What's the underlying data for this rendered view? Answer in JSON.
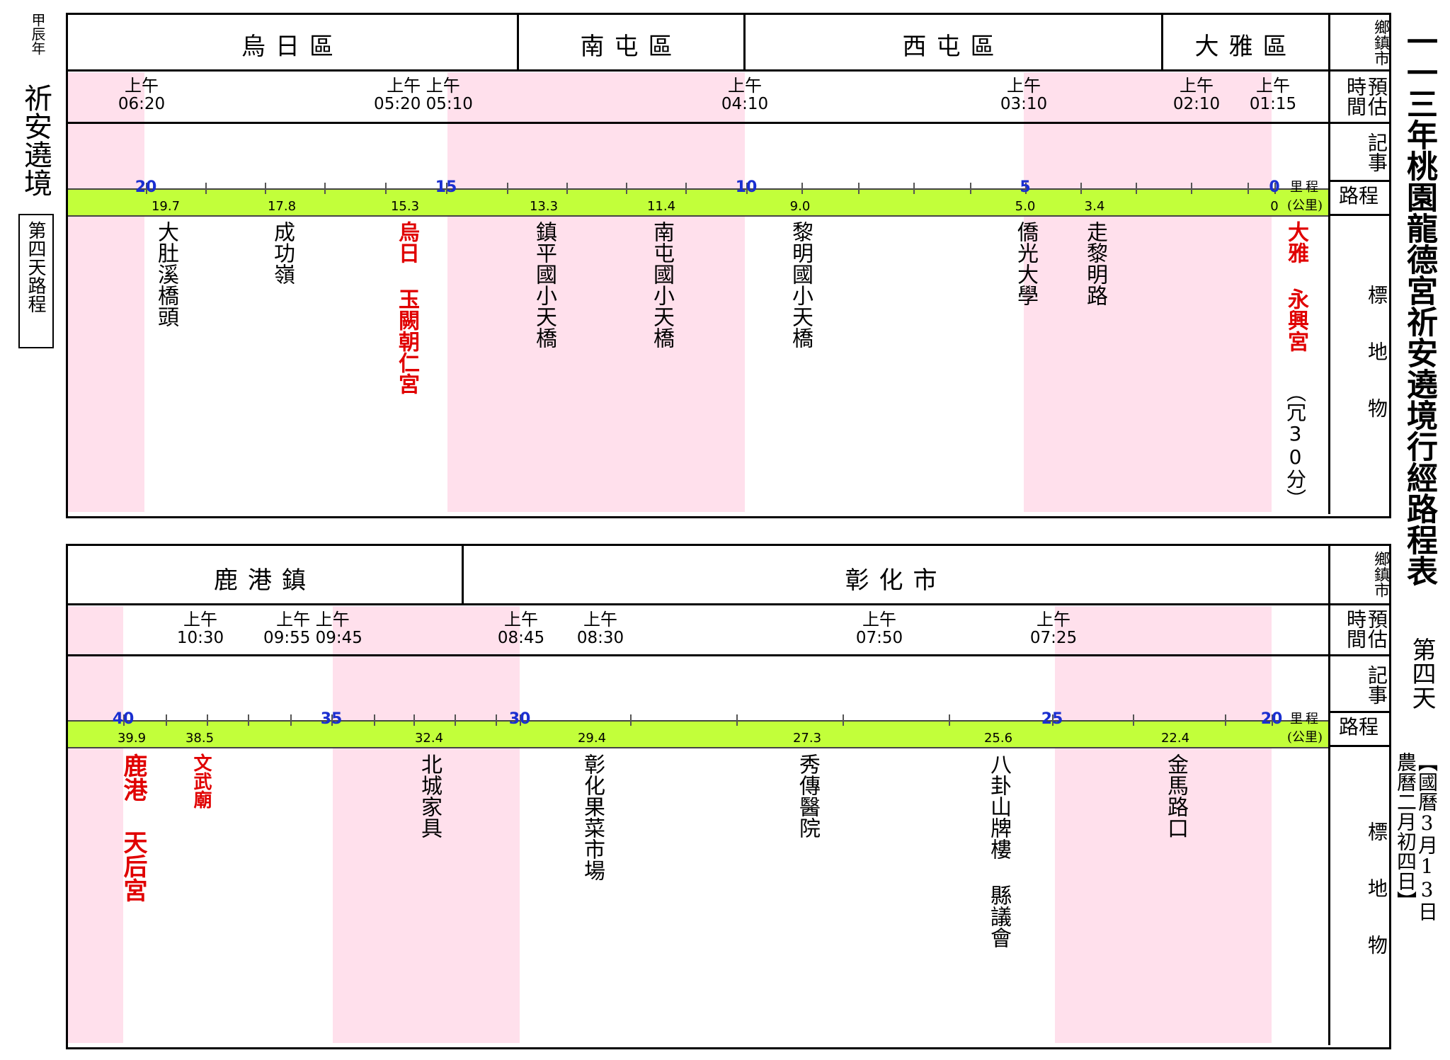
{
  "left": {
    "year": "甲辰年",
    "title": "祈安遶境",
    "day_box": "第四天路程"
  },
  "right": {
    "main_title": "一一三年桃園龍德宮祈安遶境行經路程表",
    "day": "第四天",
    "date_solar": "【國曆3月13日",
    "date_lunar": "農曆二月初四日】"
  },
  "row_labels": {
    "township": "鄉鎮市",
    "time": "預估時間",
    "note": "記事",
    "route": "路程",
    "landmark": "標地物",
    "km_label": "里程",
    "km_unit": "(公里)"
  },
  "panel1": {
    "districts": [
      "烏日區",
      "南屯區",
      "西屯區",
      "大雅區"
    ],
    "times": [
      {
        "label": "上午",
        "value": "06:20"
      },
      {
        "label": "上午 上午",
        "value": "05:20 05:10"
      },
      {
        "label": "上午",
        "value": "04:10"
      },
      {
        "label": "上午",
        "value": "03:10"
      },
      {
        "label": "上午",
        "value": "02:10"
      },
      {
        "label": "上午",
        "value": "01:15"
      }
    ],
    "km_marks": [
      "20",
      "15",
      "10",
      "5",
      "0"
    ],
    "distances": [
      "19.7",
      "17.8",
      "15.3",
      "13.3",
      "11.4",
      "9.0",
      "5.0",
      "3.4",
      "0"
    ],
    "landmarks": [
      {
        "text": "大肚溪橋頭"
      },
      {
        "text": "成功嶺"
      },
      {
        "text": "烏日 玉闕朝仁宮",
        "red": true
      },
      {
        "text": "鎮平國小天橋"
      },
      {
        "text": "南屯國小天橋"
      },
      {
        "text": "黎明國小天橋"
      },
      {
        "text": "僑光大學"
      },
      {
        "text": "走黎明路"
      },
      {
        "text": "大雅 永興宮",
        "red": true
      }
    ],
    "rest_note": "（冗30分）"
  },
  "panel2": {
    "districts": [
      "鹿港鎮",
      "彰化市"
    ],
    "times": [
      {
        "label": "上午",
        "value": "10:30"
      },
      {
        "label": "上午 上午",
        "value": "09:55 09:45"
      },
      {
        "label": "上午",
        "value": "08:45"
      },
      {
        "label": "上午",
        "value": "08:30"
      },
      {
        "label": "上午",
        "value": "07:50"
      },
      {
        "label": "上午",
        "value": "07:25"
      }
    ],
    "km_marks": [
      "40",
      "35",
      "30",
      "25",
      "20"
    ],
    "distances": [
      "39.9",
      "38.5",
      "32.4",
      "29.4",
      "27.3",
      "25.6",
      "22.4"
    ],
    "landmarks": [
      {
        "text": "鹿港 天后宮",
        "red": true
      },
      {
        "text": "文武廟",
        "red": true
      },
      {
        "text": "北城家具"
      },
      {
        "text": "彰化果菜市場"
      },
      {
        "text": "秀傳醫院"
      },
      {
        "text": "八卦山牌樓 縣議會"
      },
      {
        "text": "金馬路口"
      }
    ]
  },
  "colors": {
    "highlight": "#ffe0ec",
    "route_bar": "#c2ff3a",
    "km_marker": "#1a2fd0",
    "temple_red": "#e00000"
  }
}
